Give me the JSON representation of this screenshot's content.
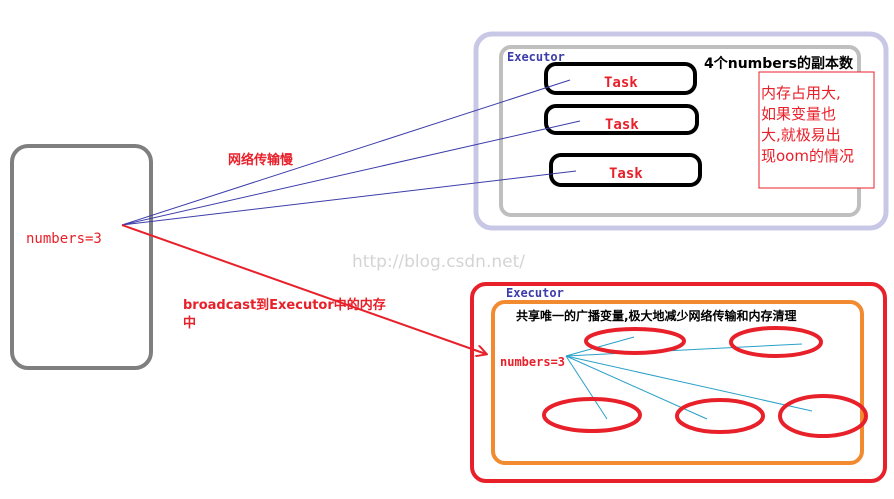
{
  "driver": {
    "label": "numbers=3"
  },
  "top_executor": {
    "title": "Executor",
    "copies_label": "4个numbers的副本数",
    "tasks": [
      "Task",
      "Task",
      "Task"
    ],
    "note": [
      "内存占用大,",
      "如果变量也",
      "大,就极易出",
      "现oom的情况"
    ]
  },
  "network_label": "网络传输慢",
  "broadcast_label": [
    "broadcast到Executor中的内存",
    "中"
  ],
  "bottom_executor": {
    "title": "Executor",
    "header": "共享唯一的广播变量,极大地减少网络传输和内存清理",
    "var_label": "numbers=3"
  },
  "watermark": "http://blog.csdn.net/",
  "colors": {
    "driver_border": "#7f7f7f",
    "top_executor_border": "#c8c8e6",
    "inner_gray": "#bfbfbf",
    "red": "#e8202a",
    "orange": "#f28a30",
    "blue_line": "#3c3caa",
    "cyan_line": "#2aa0c8",
    "executor_title": "#3c3caa"
  }
}
